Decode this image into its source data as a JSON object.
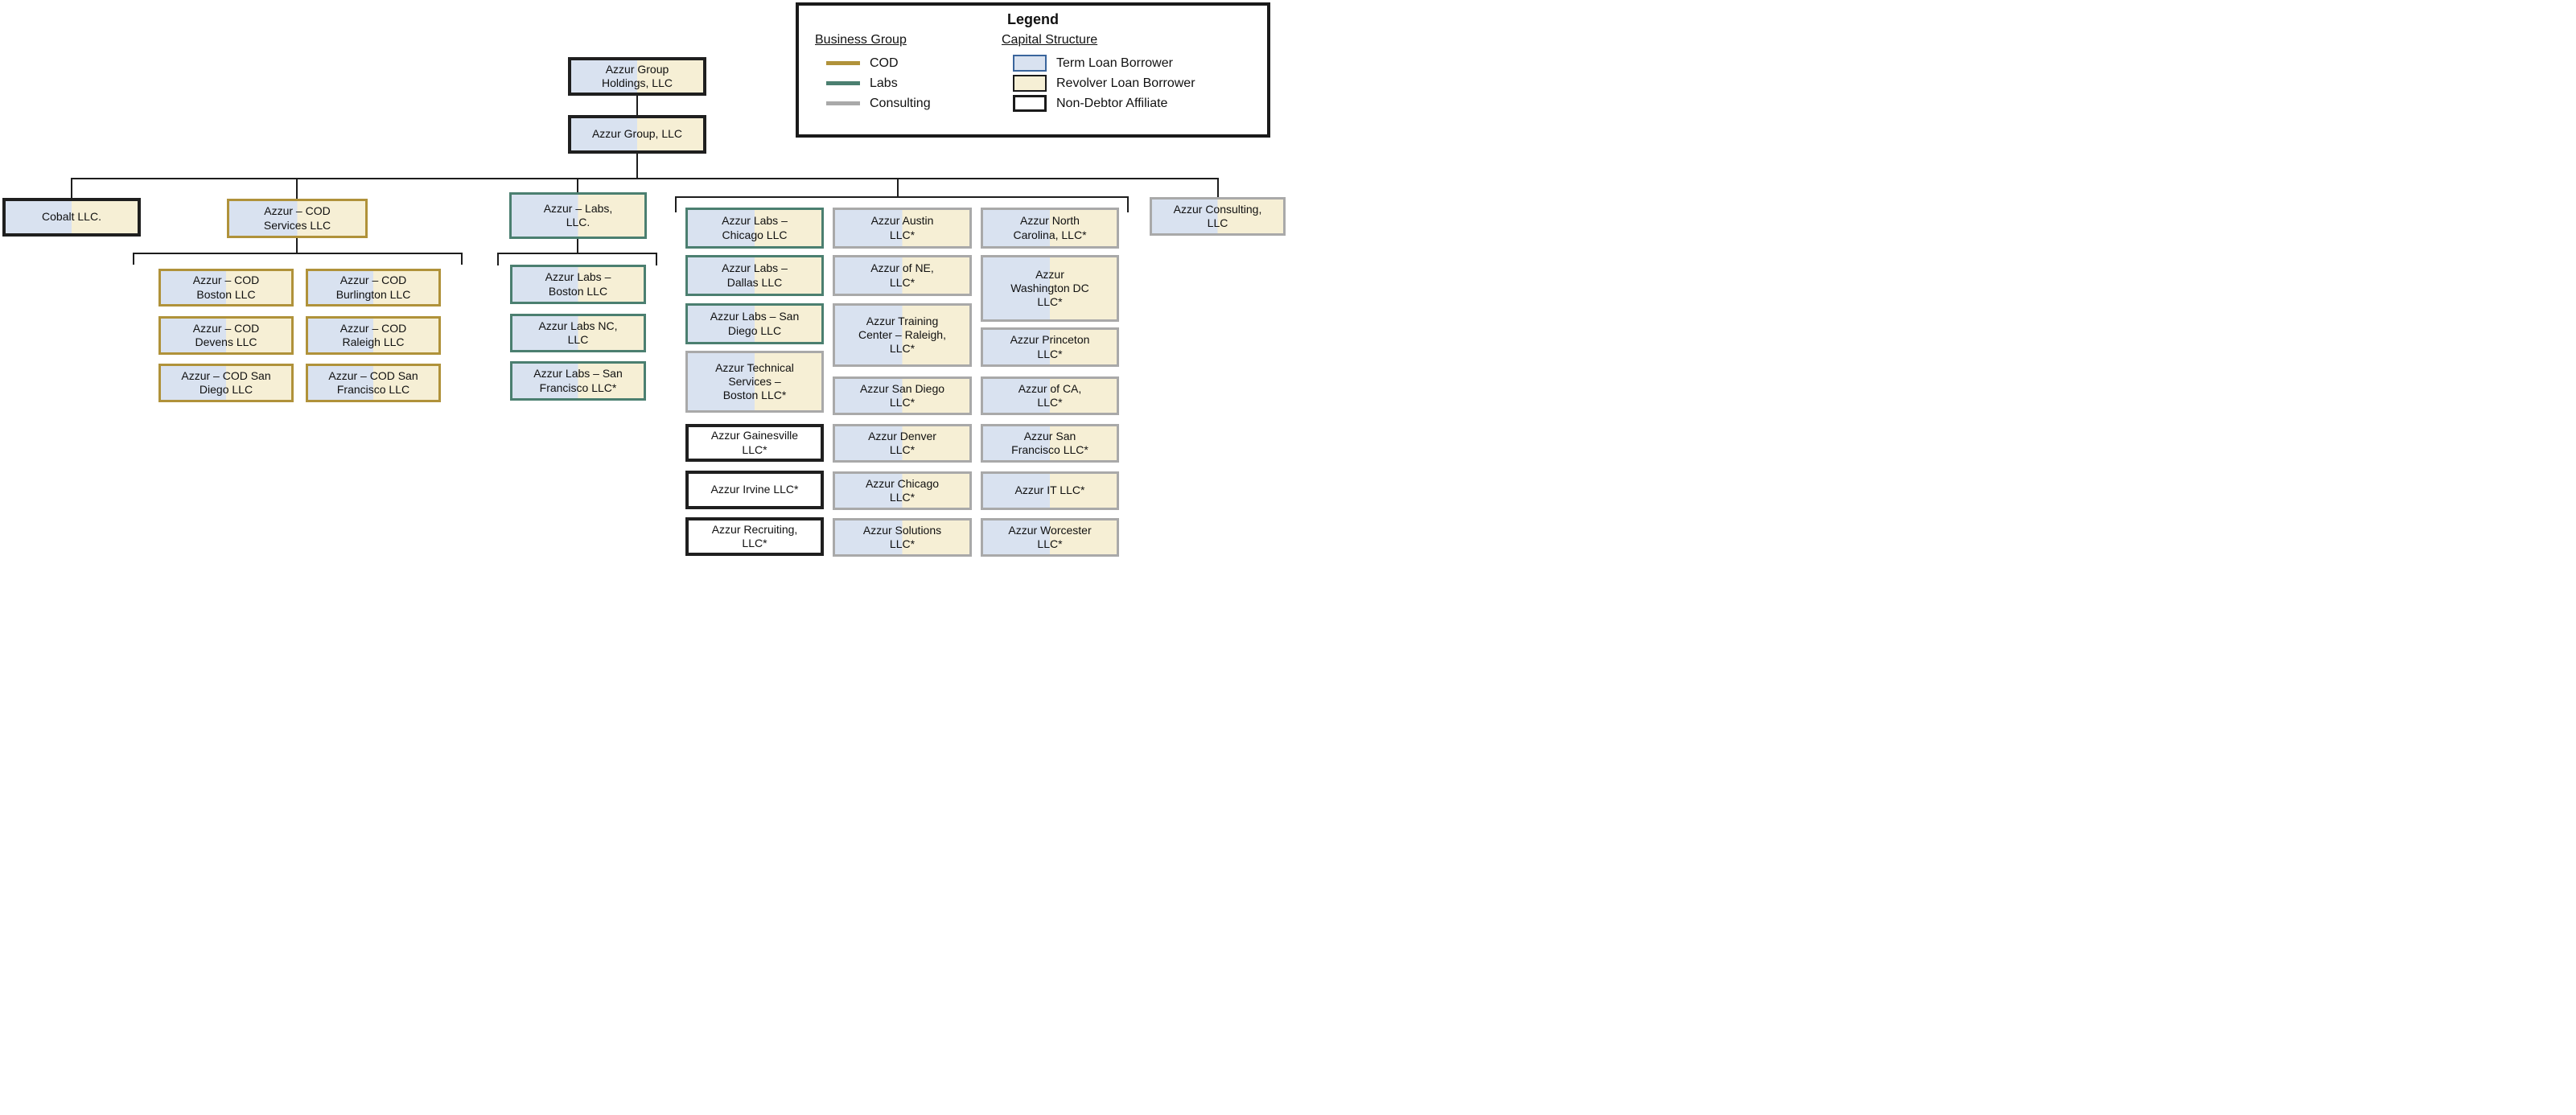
{
  "legend": {
    "title": "Legend",
    "business_group": {
      "heading": "Business Group",
      "items": [
        {
          "name": "COD",
          "color": "#b0923a"
        },
        {
          "name": "Labs",
          "color": "#4b7f70"
        },
        {
          "name": "Consulting",
          "color": "#a9a9a9"
        }
      ]
    },
    "capital_structure": {
      "heading": "Capital Structure",
      "items": [
        {
          "name": "Term Loan Borrower",
          "fill": "#d9e2f0",
          "border": "#3a659c"
        },
        {
          "name": "Revolver Loan Borrower",
          "fill": "#f6efd5",
          "border": "#1a1a1a"
        },
        {
          "name": "Non-Debtor Affiliate",
          "fill": "#ffffff",
          "border": "#1a1a1a"
        }
      ]
    }
  },
  "nodes": {
    "holdings": {
      "label": "Azzur Group\nHoldings, LLC",
      "business_group": "none",
      "capital": "Term Loan Borrower / Revolver Loan Borrower"
    },
    "group": {
      "label": "Azzur Group, LLC",
      "business_group": "none",
      "capital": "Term Loan Borrower / Revolver Loan Borrower"
    },
    "cobalt": {
      "label": "Cobalt LLC.",
      "business_group": "none",
      "capital": "Term Loan Borrower / Revolver Loan Borrower"
    },
    "cod_services": {
      "label": "Azzur – COD\nServices LLC",
      "business_group": "COD",
      "capital": "Term Loan Borrower / Revolver Loan Borrower"
    },
    "cod_boston": {
      "label": "Azzur – COD\nBoston LLC",
      "business_group": "COD",
      "capital": "Term Loan Borrower / Revolver Loan Borrower"
    },
    "cod_burlington": {
      "label": "Azzur – COD\nBurlington LLC",
      "business_group": "COD",
      "capital": "Term Loan Borrower / Revolver Loan Borrower"
    },
    "cod_devens": {
      "label": "Azzur – COD\nDevens LLC",
      "business_group": "COD",
      "capital": "Term Loan Borrower / Revolver Loan Borrower"
    },
    "cod_raleigh": {
      "label": "Azzur – COD\nRaleigh LLC",
      "business_group": "COD",
      "capital": "Term Loan Borrower / Revolver Loan Borrower"
    },
    "cod_san_diego": {
      "label": "Azzur – COD San\nDiego LLC",
      "business_group": "COD",
      "capital": "Term Loan Borrower / Revolver Loan Borrower"
    },
    "cod_san_francisco": {
      "label": "Azzur – COD San\nFrancisco LLC",
      "business_group": "COD",
      "capital": "Term Loan Borrower / Revolver Loan Borrower"
    },
    "labs_parent": {
      "label": "Azzur – Labs,\nLLC.",
      "business_group": "Labs",
      "capital": "Term Loan Borrower / Revolver Loan Borrower"
    },
    "labs_boston": {
      "label": "Azzur Labs –\nBoston LLC",
      "business_group": "Labs",
      "capital": "Term Loan Borrower / Revolver Loan Borrower"
    },
    "labs_nc": {
      "label": "Azzur Labs NC,\nLLC",
      "business_group": "Labs",
      "capital": "Term Loan Borrower / Revolver Loan Borrower"
    },
    "labs_san_francisco": {
      "label": "Azzur Labs – San\nFrancisco LLC*",
      "business_group": "Labs",
      "capital": "Term Loan Borrower / Revolver Loan Borrower"
    },
    "labs_chicago": {
      "label": "Azzur Labs –\nChicago LLC",
      "business_group": "Labs",
      "capital": "Term Loan Borrower / Revolver Loan Borrower"
    },
    "labs_dallas": {
      "label": "Azzur Labs –\nDallas LLC",
      "business_group": "Labs",
      "capital": "Term Loan Borrower / Revolver Loan Borrower"
    },
    "labs_san_diego": {
      "label": "Azzur Labs – San\nDiego LLC",
      "business_group": "Labs",
      "capital": "Term Loan Borrower / Revolver Loan Borrower"
    },
    "tech_services": {
      "label": "Azzur Technical\nServices –\nBoston LLC*",
      "business_group": "Consulting",
      "capital": "Term Loan Borrower / Revolver Loan Borrower"
    },
    "gainesville": {
      "label": "Azzur Gainesville\nLLC*",
      "business_group": "none",
      "capital": "Non-Debtor Affiliate"
    },
    "irvine": {
      "label": "Azzur Irvine LLC*",
      "business_group": "none",
      "capital": "Non-Debtor Affiliate"
    },
    "recruiting": {
      "label": "Azzur Recruiting,\nLLC*",
      "business_group": "none",
      "capital": "Non-Debtor Affiliate"
    },
    "austin": {
      "label": "Azzur Austin\nLLC*",
      "business_group": "Consulting",
      "capital": "Term Loan Borrower / Revolver Loan Borrower"
    },
    "of_ne": {
      "label": "Azzur of NE,\nLLC*",
      "business_group": "Consulting",
      "capital": "Term Loan Borrower / Revolver Loan Borrower"
    },
    "training_center": {
      "label": "Azzur Training\nCenter – Raleigh,\nLLC*",
      "business_group": "Consulting",
      "capital": "Term Loan Borrower / Revolver Loan Borrower"
    },
    "san_diego_c": {
      "label": "Azzur San Diego\nLLC*",
      "business_group": "Consulting",
      "capital": "Term Loan Borrower / Revolver Loan Borrower"
    },
    "denver": {
      "label": "Azzur Denver\nLLC*",
      "business_group": "Consulting",
      "capital": "Term Loan Borrower / Revolver Loan Borrower"
    },
    "chicago_c": {
      "label": "Azzur Chicago\nLLC*",
      "business_group": "Consulting",
      "capital": "Term Loan Borrower / Revolver Loan Borrower"
    },
    "solutions": {
      "label": "Azzur Solutions\nLLC*",
      "business_group": "Consulting",
      "capital": "Term Loan Borrower / Revolver Loan Borrower"
    },
    "north_carolina": {
      "label": "Azzur North\nCarolina, LLC*",
      "business_group": "Consulting",
      "capital": "Term Loan Borrower / Revolver Loan Borrower"
    },
    "washington_dc": {
      "label": "Azzur\nWashington DC\nLLC*",
      "business_group": "Consulting",
      "capital": "Term Loan Borrower / Revolver Loan Borrower"
    },
    "princeton": {
      "label": "Azzur Princeton\nLLC*",
      "business_group": "Consulting",
      "capital": "Term Loan Borrower / Revolver Loan Borrower"
    },
    "of_ca": {
      "label": "Azzur of CA,\nLLC*",
      "business_group": "Consulting",
      "capital": "Term Loan Borrower / Revolver Loan Borrower"
    },
    "san_francisco_c": {
      "label": "Azzur San\nFrancisco LLC*",
      "business_group": "Consulting",
      "capital": "Term Loan Borrower / Revolver Loan Borrower"
    },
    "it": {
      "label": "Azzur IT LLC*",
      "business_group": "Consulting",
      "capital": "Term Loan Borrower / Revolver Loan Borrower"
    },
    "worcester": {
      "label": "Azzur Worcester\nLLC*",
      "business_group": "Consulting",
      "capital": "Term Loan Borrower / Revolver Loan Borrower"
    },
    "consulting": {
      "label": "Azzur Consulting,\nLLC",
      "business_group": "Consulting",
      "capital": "Term Loan Borrower / Revolver Loan Borrower"
    }
  }
}
